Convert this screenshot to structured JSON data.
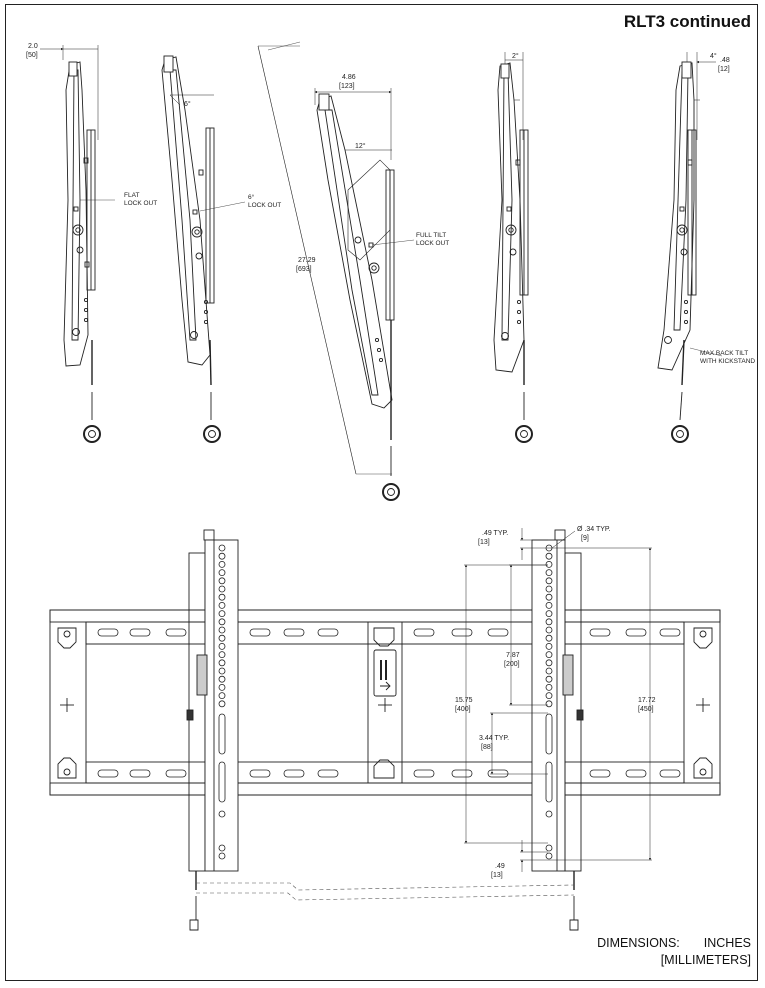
{
  "page_title": "RLT3 continued",
  "side_views": {
    "view1": {
      "dim_top": "2.0",
      "dim_top_mm": "[50]",
      "callout": [
        "FLAT",
        "LOCK OUT"
      ]
    },
    "view2": {
      "angle": "6°",
      "callout": [
        "6°",
        "LOCK OUT"
      ]
    },
    "view3": {
      "dim_top": "4.86",
      "dim_top_mm": "[123]",
      "angle": "12°",
      "length": "27.29",
      "length_mm": "[693]",
      "callout": [
        "FULL TILT",
        "LOCK OUT"
      ]
    },
    "view4": {
      "angle": "2°"
    },
    "view5": {
      "angle": "4°",
      "dim_top": ".48",
      "dim_top_mm": "[12]",
      "callout": [
        "MAX BACK TILT",
        "WITH KICKSTAND"
      ]
    }
  },
  "front_view": {
    "hole_spacing": ".49  TYP.",
    "hole_spacing_mm": "[13]",
    "hole_dia": "Ø .34 TYP.",
    "hole_dia_mm": "[9]",
    "span_200": "7.87",
    "span_200_mm": "[200]",
    "span_400": "15.75",
    "span_400_mm": "[400]",
    "span_450": "17.72",
    "span_450_mm": "[450]",
    "slot_spacing": "3.44  TYP.",
    "slot_spacing_mm": "[88]",
    "bottom_gap": ".49",
    "bottom_gap_mm": "[13]"
  },
  "units": {
    "label": "DIMENSIONS:",
    "primary": "INCHES",
    "secondary": "[MILLIMETERS]"
  }
}
